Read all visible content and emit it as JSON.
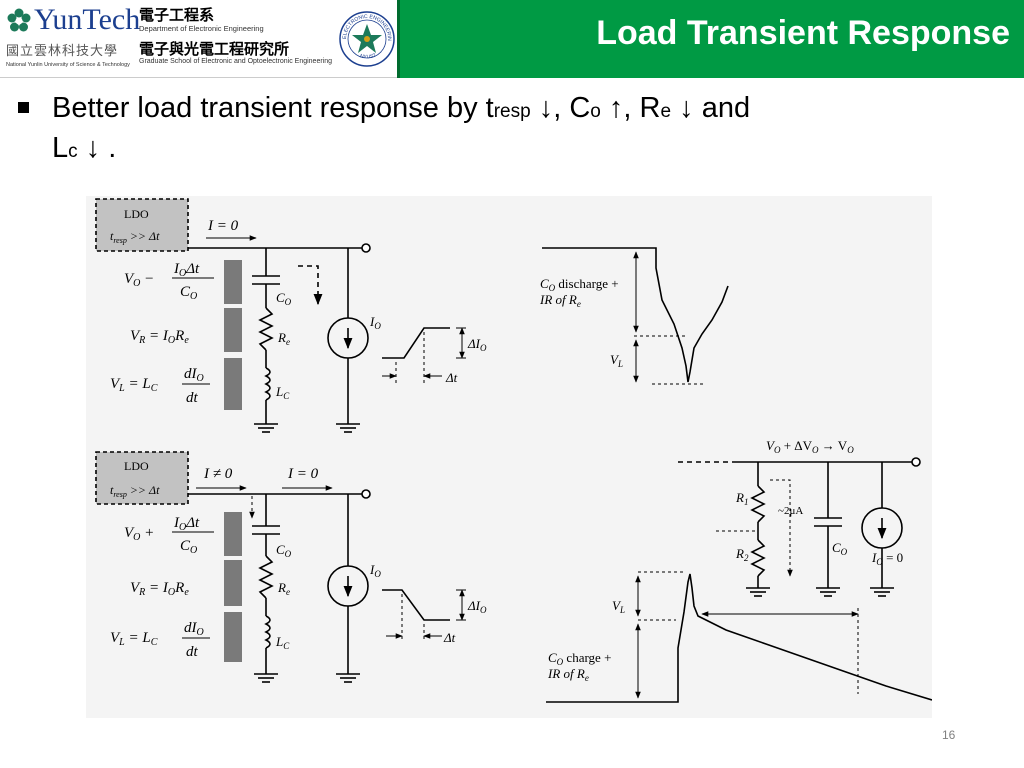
{
  "header": {
    "title": "Load Transient Response",
    "logo": {
      "brand": "YunTech",
      "dept_cn": "電子工程系",
      "dept_en": "Department of Electronic Engineering",
      "univ_cn": "國立雲林科技大學",
      "univ_en": "National Yunlin University of Science & Technology",
      "grad_cn": "電子與光電工程研究所",
      "grad_en": "Graduate School of Electronic and Optoelectronic Engineering",
      "seal_top": "ELECTRONIC ENGINEERING",
      "seal_bottom": "NYUST"
    },
    "colors": {
      "band": "#009a44",
      "brand_blue": "#1c3f8f"
    }
  },
  "bullet": {
    "t1": "Better load transient response by t",
    "t1_sub": "resp",
    "t2": " ↓, C",
    "t2_sub": "o",
    "t3": " ↑, R",
    "t3_sub": "e",
    "t4": " ↓  and",
    "l2_a": "L",
    "l2_sub": "c",
    "l2_b": " ↓ ."
  },
  "figure": {
    "ldo_label": "LDO",
    "top_left": {
      "tresp_main": "t",
      "tresp_sub": "resp",
      "tresp_tail": " >> Δt",
      "current": "I = 0",
      "vo_expr_lhs": "V",
      "vo_sub": "O",
      "vo_op": " −",
      "frac_num": "I",
      "frac_num_sub": "O",
      "frac_num_tail": "Δt",
      "frac_den": "C",
      "frac_den_sub": "O",
      "vr_main": "V",
      "vr_sub": "R",
      "vr_eq": " = I",
      "vr_eq_sub": "O",
      "vr_tail": "R",
      "vr_tail_sub": "e",
      "vl_main": "V",
      "vl_sub": "L",
      "vl_eq": " = L",
      "vl_eq_sub": "C",
      "dio_num": "dI",
      "dio_num_sub": "O",
      "dio_den": "dt",
      "co": "C",
      "co_sub": "O",
      "re": "R",
      "re_sub": "e",
      "lc": "L",
      "lc_sub": "C",
      "io": "I",
      "io_sub": "O",
      "dio_label": "ΔI",
      "dio_label_sub": "O",
      "dt_label": "Δt"
    },
    "bottom_left": {
      "tresp_main": "t",
      "tresp_sub": "resp",
      "tresp_tail": " >> Δt",
      "current_a": "I ≠ 0",
      "current_b": "I = 0",
      "vo_expr_lhs": "V",
      "vo_sub": "O",
      "vo_op": " +"
    },
    "top_right": {
      "line1_main": "C",
      "line1_sub": "O",
      "line1_tail": " discharge +",
      "line2_main": "IR of R",
      "line2_sub": "e",
      "vl_main": "V",
      "vl_sub": "L"
    },
    "bottom_right": {
      "header_main": "V",
      "header_sub": "O",
      "header_mid": " + ΔV",
      "header_mid_sub": "O",
      "header_arrow": " → V",
      "header_end_sub": "O",
      "r1": "R",
      "r1_sub": "1",
      "r2": "R",
      "r2_sub": "2",
      "current_small": "~2μA",
      "co": "C",
      "co_sub": "O",
      "io_zero": "I",
      "io_zero_sub": "O",
      "io_zero_tail": " = 0",
      "vl_main": "V",
      "vl_sub": "L",
      "line1_main": "C",
      "line1_sub": "O",
      "line1_tail": " charge +",
      "line2_main": "IR of R",
      "line2_sub": "e"
    }
  },
  "page_number": "16"
}
